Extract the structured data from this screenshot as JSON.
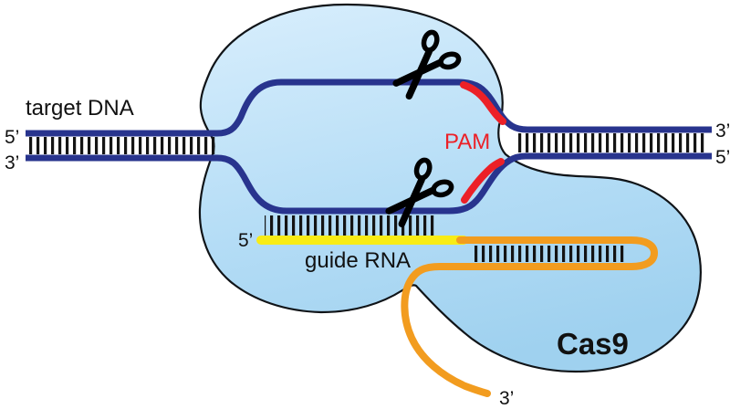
{
  "figure": {
    "type": "diagram",
    "subject": "CRISPR-Cas9 genome editing: Cas9 protein bound to target DNA and guide RNA, cutting both strands upstream of the PAM site"
  },
  "labels": {
    "target_dna": "target DNA",
    "dna_left_top_end": "5’",
    "dna_left_bottom_end": "3’",
    "dna_right_top_end": "3’",
    "dna_right_bottom_end": "5’",
    "pam": "PAM",
    "guide_rna_five_prime": "5’",
    "guide_rna": "guide RNA",
    "rna_three_prime": "3’",
    "cas9": "Cas9"
  },
  "colors": {
    "dna_strand": "#28348e",
    "pam": "#ec2027",
    "guide_rna": "#f8ec15",
    "rna": "#f29c1f",
    "cas9_fill_light": "#d6edfc",
    "cas9_fill_mid": "#b5ddf6",
    "cas9_fill_dark": "#9fd1ef",
    "outline": "#101418",
    "base_pair_tick": "#141414",
    "background": "#ffffff",
    "scissors": "#000000"
  }
}
